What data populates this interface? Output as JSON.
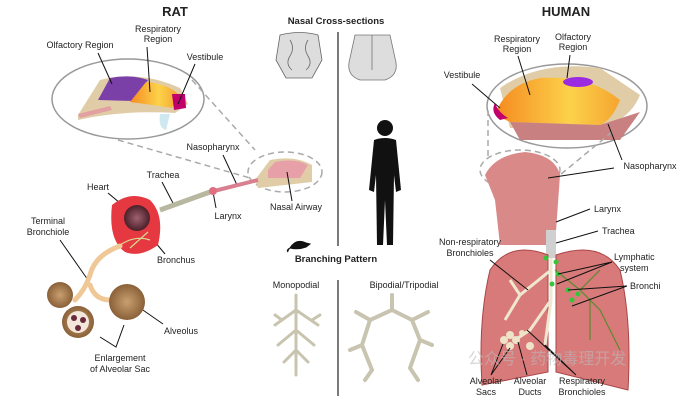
{
  "rat": {
    "title": "RAT",
    "labels": {
      "olfactory": "Olfactory Region",
      "respiratory_1": "Respiratory",
      "respiratory_2": "Region",
      "vestibule": "Vestibule",
      "nasopharynx": "Nasopharynx",
      "trachea": "Trachea",
      "heart": "Heart",
      "larynx": "Larynx",
      "nasal_airway": "Nasal Airway",
      "terminal_1": "Terminal",
      "terminal_2": "Bronchiole",
      "bronchus": "Bronchus",
      "alveolus": "Alveolus",
      "enlargement_1": "Enlargement",
      "enlargement_2": "of Alveolar Sac"
    }
  },
  "center": {
    "nasal_title": "Nasal Cross-sections",
    "branching_title": "Branching Pattern",
    "monopodial": "Monopodial",
    "bipodial": "Bipodial/Tripodial"
  },
  "human": {
    "title": "HUMAN",
    "labels": {
      "respiratory_1": "Respiratory",
      "respiratory_2": "Region",
      "olfactory_1": "Olfactory",
      "olfactory_2": "Region",
      "vestibule": "Vestibule",
      "nasopharynx": "Nasopharynx",
      "larynx": "Larynx",
      "trachea": "Trachea",
      "lymph_1": "Lymphatic",
      "lymph_2": "system",
      "bronchi": "Bronchi",
      "nonresp_1": "Non-respiratory",
      "nonresp_2": "Bronchioles",
      "sacs_1": "Alveolar",
      "sacs_2": "Sacs",
      "ducts_1": "Alveolar",
      "ducts_2": "Ducts",
      "respb_1": "Respiratory",
      "respb_2": "Bronchioles"
    }
  },
  "watermark": "公众号 · 药物毒理开发",
  "colors": {
    "olfactory": "#7b3fa8",
    "respiratory": "#f7a531",
    "vestibule": "#c2006b",
    "bone": "#e0cda8",
    "lung": "#d97a7a",
    "lymph": "#35c43a",
    "alveoli": "#a87b4f"
  }
}
